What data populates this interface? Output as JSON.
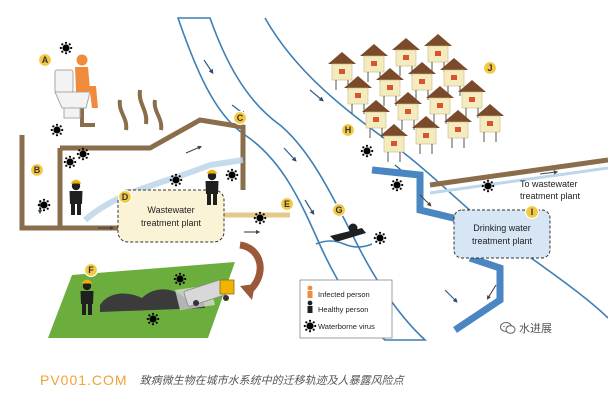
{
  "markers": [
    "A",
    "B",
    "C",
    "D",
    "E",
    "F",
    "G",
    "H",
    "I",
    "J"
  ],
  "labels": {
    "wastewater_plant_line1": "Wastewater",
    "wastewater_plant_line2": "treatment plant",
    "drinking_plant_line1": "Drinking water",
    "drinking_plant_line2": "treatment plant",
    "to_wastewater_line1": "To wastewater",
    "to_wastewater_line2": "treatment plant"
  },
  "legend": {
    "infected": "Infected person",
    "healthy": "Healthy person",
    "virus": "Waterborne virus"
  },
  "colors": {
    "infected": "#f08a3c",
    "healthy": "#1f1f1f",
    "river": "#3d7fb5",
    "clean_pipe": "#4a86c2",
    "waste_pipe": "#8a6d4a",
    "marker": "#f5c842",
    "grass": "#6cae3e"
  },
  "caption": {
    "site": "PV001.COM",
    "text": "致病微生物在城市水系统中的迁移轨迹及人暴露风险点"
  },
  "watermark": {
    "text": "水进展",
    "icon": "wechat-icon"
  }
}
